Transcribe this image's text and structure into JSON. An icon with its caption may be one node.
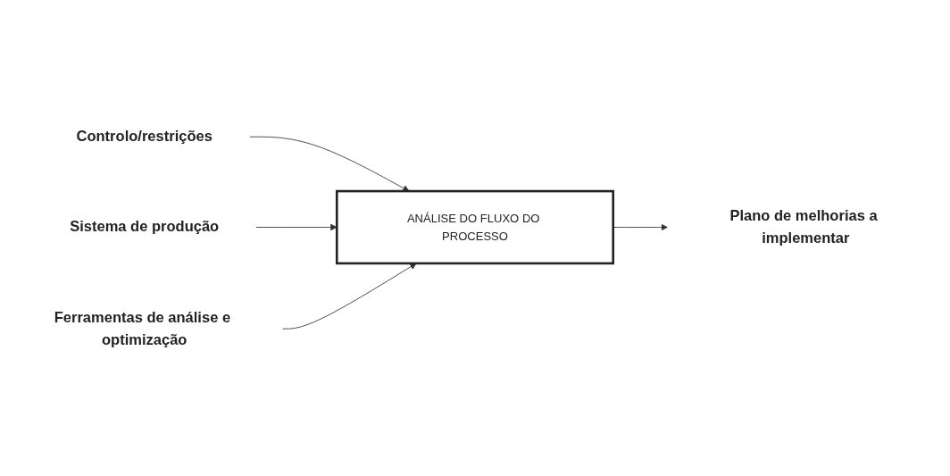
{
  "diagram": {
    "nodes": [
      {
        "text": [
          "Controlo/restrições"
        ]
      },
      {
        "text": [
          "Sistema de produção"
        ]
      },
      {
        "text": [
          "ANÁLISE DO FLUXO DO PROCESSO"
        ]
      },
      {
        "text": [
          "Plano de melhorias a implementar"
        ]
      },
      {
        "text": [
          "Ferramentas de análise e optimização"
        ]
      }
    ],
    "edges": [
      {
        "from": 0,
        "to": 2,
        "arrow": "to"
      },
      {
        "from": 1,
        "to": 2,
        "arrow": "to"
      },
      {
        "from": 2,
        "to": 3,
        "arrow": "to"
      },
      {
        "from": 4,
        "to": 2,
        "arrow": "to"
      }
    ]
  }
}
